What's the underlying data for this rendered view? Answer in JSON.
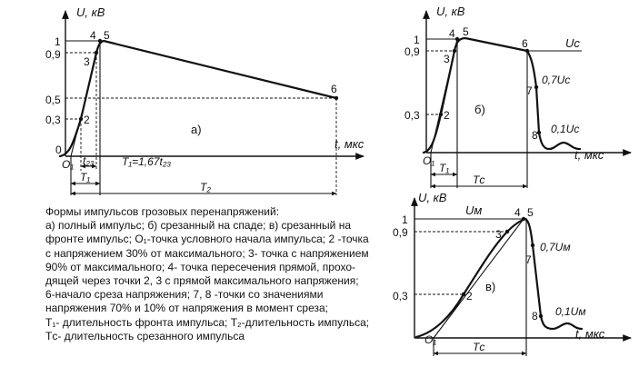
{
  "caption": {
    "lines": [
      "Формы импульсов грозовых перенапряжений:",
      "а) полный импульс; б) срезанный на спаде; в) срезанный на",
      "фронте импульс; O₁-точка условного начала импульса; 2 -точка",
      "с напряжением 30% от максимального; 3- точка с напряжением",
      "90% от максимального; 4- точка пересечения прямой, прохо-",
      "дящей через точки 2, 3 с прямой максимального напряжения;",
      "6-начало среза напряжения; 7, 8 -точки со значениями",
      "напряжения 70% и 10% от напряжения в момент среза;",
      "T₁- длительность фронта импульса; T₂-длительность импульса;",
      "Tᴄ- длительность срезанного импульса"
    ]
  },
  "axis_labels": {
    "u_kv": "U, кВ",
    "t_mks": "t, мкс"
  },
  "panels": {
    "a": {
      "tag": "а)",
      "y_ticks": [
        "1",
        "0,9",
        "0,5",
        "0,3",
        "0"
      ],
      "points": [
        "2",
        "3",
        "4",
        "5",
        "6"
      ],
      "origin": "O₁",
      "t23": "t₂₃",
      "T1": "T₁",
      "T2": "T₂",
      "formula": "T₁=1,67t₂₃"
    },
    "b": {
      "tag": "б)",
      "y_ticks": [
        "1",
        "0,9",
        "0,3"
      ],
      "points": [
        "2",
        "3",
        "4",
        "5",
        "6",
        "7",
        "8"
      ],
      "origin": "O₁",
      "T1": "T₁",
      "Tc": "Tᴄ",
      "Uc": "Uᴄ",
      "u07": "0,7Uᴄ",
      "u01": "0,1Uᴄ"
    },
    "c": {
      "tag": "в)",
      "y_ticks": [
        "1",
        "0,9",
        "0,3"
      ],
      "points": [
        "2",
        "3",
        "4",
        "5",
        "7",
        "8"
      ],
      "origin": "O₁",
      "Tc": "Tᴄ",
      "Um": "Uᴍ",
      "u07": "0,7Uᴍ",
      "u01": "0,1Uᴍ"
    }
  }
}
